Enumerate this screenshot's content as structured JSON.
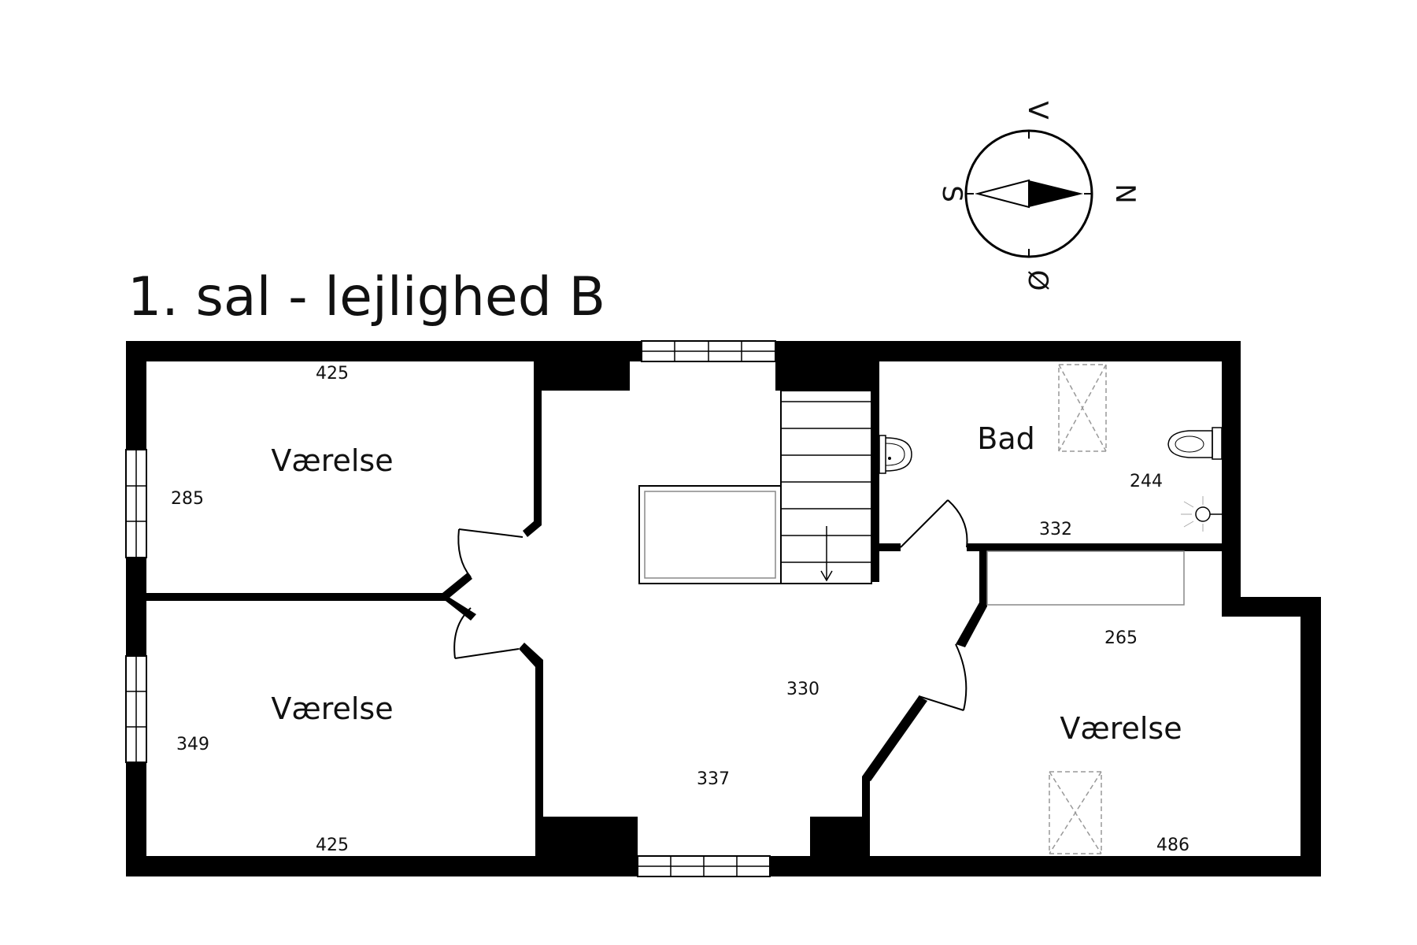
{
  "title": "1. sal - lejlighed B",
  "compass": {
    "top": "V",
    "left": "S",
    "right": "N",
    "bottom": "Ø"
  },
  "rooms": {
    "bedroom_top_left": {
      "label": "Værelse",
      "width": "425",
      "depth": "285"
    },
    "bedroom_bottom_left": {
      "label": "Værelse",
      "width": "425",
      "depth": "349"
    },
    "bathroom": {
      "label": "Bad",
      "width": "332",
      "depth": "244"
    },
    "bedroom_right": {
      "label": "Værelse",
      "width": "486",
      "depth": "265"
    },
    "hall": {
      "width": "337",
      "depth": "330"
    }
  }
}
